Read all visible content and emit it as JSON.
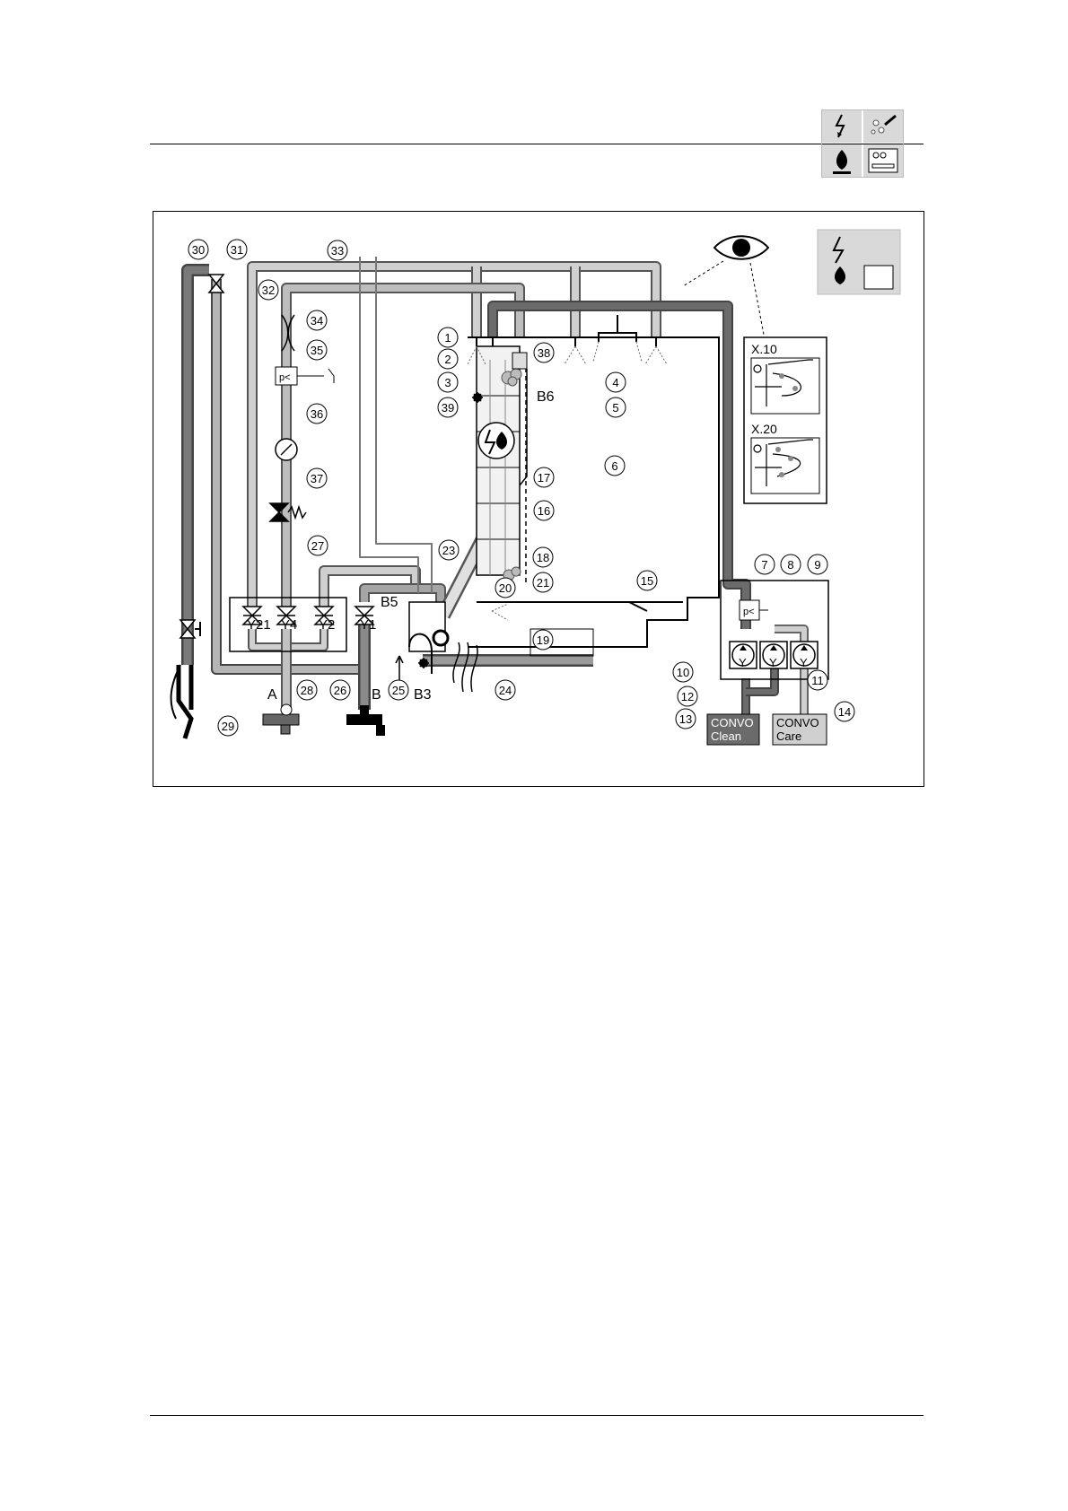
{
  "callouts": [
    "1",
    "2",
    "3",
    "4",
    "5",
    "6",
    "7",
    "8",
    "9",
    "10",
    "11",
    "12",
    "13",
    "14",
    "15",
    "16",
    "17",
    "18",
    "19",
    "20",
    "21",
    "23",
    "24",
    "25",
    "26",
    "27",
    "28",
    "29",
    "30",
    "31",
    "32",
    "33",
    "34",
    "35",
    "36",
    "37",
    "38",
    "39"
  ],
  "valve_labels": {
    "y21": "Y21",
    "y4": "Y4",
    "y2": "Y2",
    "y1": "Y1"
  },
  "sensor_labels": {
    "b5": "B5",
    "b6": "B6",
    "b3": "B3"
  },
  "inlet_labels": {
    "a": "A",
    "b": "B"
  },
  "pressure_switch_label": "p<",
  "pump_label": "Y",
  "inset_x10": "X.10",
  "inset_x20": "X.20",
  "convo_clean": {
    "line1": "CONVO",
    "line2": "Clean"
  },
  "convo_care": {
    "line1": "CONVO",
    "line2": "Care"
  },
  "colors": {
    "pipe_light": "#c8c8c8",
    "pipe_mid": "#a8a8a8",
    "pipe_dark": "#6b6b6b",
    "clean_box": "#6b6b6b",
    "care_box": "#d0d0d0"
  }
}
